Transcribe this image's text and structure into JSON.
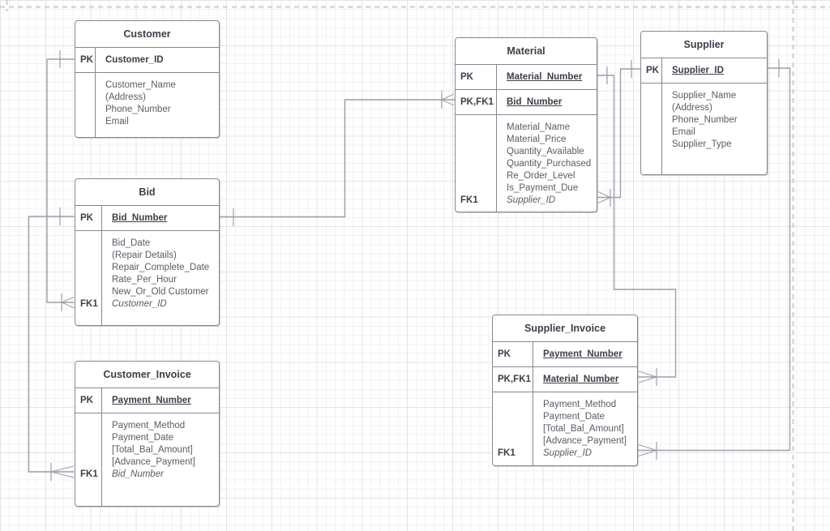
{
  "diagram": {
    "type": "er-diagram",
    "notation": "crows-foot"
  },
  "colors": {
    "entity_border": "#848891",
    "title_text": "#3b3f47",
    "attribute_text": "#585c63",
    "connector": "#9aa0a8",
    "page_break": "#cbccd2",
    "grid_minor": "#f0f1f4",
    "grid_major": "#e3e4e9"
  },
  "entities": [
    {
      "id": "customer",
      "title": "Customer",
      "keys": [
        {
          "label": "PK",
          "name": "Customer_ID"
        }
      ],
      "attrs": [
        {
          "label": "",
          "name": "Customer_Name"
        },
        {
          "label": "",
          "name": "(Address)"
        },
        {
          "label": "",
          "name": "Phone_Number"
        },
        {
          "label": "",
          "name": "Email"
        }
      ]
    },
    {
      "id": "bid",
      "title": "Bid",
      "keys": [
        {
          "label": "PK",
          "name": "Bid_Number"
        }
      ],
      "attrs": [
        {
          "label": "",
          "name": "Bid_Date"
        },
        {
          "label": "",
          "name": "(Repair Details)"
        },
        {
          "label": "",
          "name": "Repair_Complete_Date"
        },
        {
          "label": "",
          "name": "Rate_Per_Hour"
        },
        {
          "label": "",
          "name": "New_Or_Old Customer"
        },
        {
          "label": "FK1",
          "name": "Customer_ID"
        }
      ]
    },
    {
      "id": "customer_invoice",
      "title": "Customer_Invoice",
      "keys": [
        {
          "label": "PK",
          "name": "Payment_Number"
        }
      ],
      "attrs": [
        {
          "label": "",
          "name": "Payment_Method"
        },
        {
          "label": "",
          "name": "Payment_Date"
        },
        {
          "label": "",
          "name": "[Total_Bal_Amount]"
        },
        {
          "label": "",
          "name": "[Advance_Payment]"
        },
        {
          "label": "FK1",
          "name": "Bid_Number"
        }
      ]
    },
    {
      "id": "material",
      "title": "Material",
      "keys": [
        {
          "label": "PK",
          "name": "Material_Number"
        },
        {
          "label": "PK,FK1",
          "name": "Bid_Number"
        }
      ],
      "attrs": [
        {
          "label": "",
          "name": "Material_Name"
        },
        {
          "label": "",
          "name": "Material_Price"
        },
        {
          "label": "",
          "name": "Quantity_Available"
        },
        {
          "label": "",
          "name": "Quantity_Purchased"
        },
        {
          "label": "",
          "name": "Re_Order_Level"
        },
        {
          "label": "",
          "name": "Is_Payment_Due"
        },
        {
          "label": "FK1",
          "name": "Supplier_ID"
        }
      ]
    },
    {
      "id": "supplier",
      "title": "Supplier",
      "keys": [
        {
          "label": "PK",
          "name": "Supplier_ID"
        }
      ],
      "attrs": [
        {
          "label": "",
          "name": "Supplier_Name"
        },
        {
          "label": "",
          "name": "(Address)"
        },
        {
          "label": "",
          "name": "Phone_Number"
        },
        {
          "label": "",
          "name": "Email"
        },
        {
          "label": "",
          "name": "Supplier_Type"
        }
      ]
    },
    {
      "id": "supplier_invoice",
      "title": "Supplier_Invoice",
      "keys": [
        {
          "label": "PK",
          "name": "Payment_Number"
        },
        {
          "label": "PK,FK1",
          "name": "Material_Number"
        }
      ],
      "attrs": [
        {
          "label": "",
          "name": "Payment_Method"
        },
        {
          "label": "",
          "name": "Payment_Date"
        },
        {
          "label": "",
          "name": "[Total_Bal_Amount]"
        },
        {
          "label": "",
          "name": "[Advance_Payment]"
        },
        {
          "label": "FK1",
          "name": "Supplier_ID"
        }
      ]
    }
  ],
  "relationships": [
    {
      "from": "Customer",
      "to": "Bid",
      "from_cardinality": "one",
      "to_cardinality": "many",
      "via": "Customer_ID"
    },
    {
      "from": "Bid",
      "to": "Customer_Invoice",
      "from_cardinality": "one",
      "to_cardinality": "many",
      "via": "Bid_Number"
    },
    {
      "from": "Bid",
      "to": "Material",
      "from_cardinality": "one",
      "to_cardinality": "many",
      "via": "Bid_Number"
    },
    {
      "from": "Supplier",
      "to": "Material",
      "from_cardinality": "one",
      "to_cardinality": "many",
      "via": "Supplier_ID"
    },
    {
      "from": "Material",
      "to": "Supplier_Invoice",
      "from_cardinality": "one",
      "to_cardinality": "many",
      "via": "Material_Number"
    },
    {
      "from": "Supplier",
      "to": "Supplier_Invoice",
      "from_cardinality": "one",
      "to_cardinality": "many",
      "via": "Supplier_ID"
    }
  ]
}
